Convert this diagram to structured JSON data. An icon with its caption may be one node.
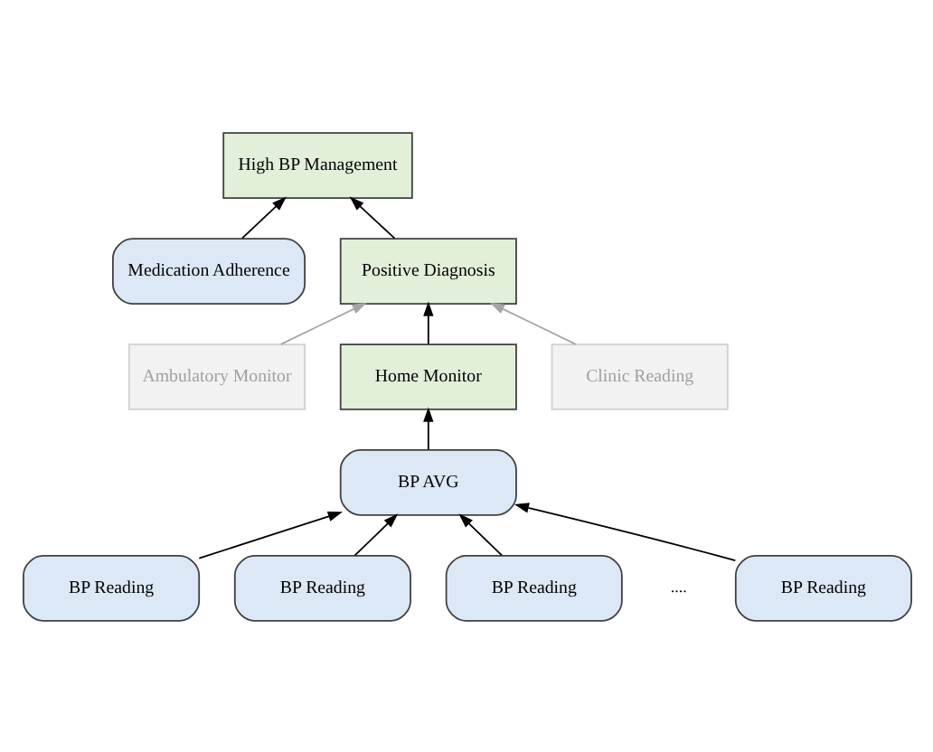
{
  "diagram": {
    "nodes": [
      {
        "text": [
          "High BP Management"
        ]
      },
      {
        "text": [
          "Medication Adherence"
        ]
      },
      {
        "text": [
          "Positive Diagnosis"
        ]
      },
      {
        "text": [
          "Ambulatory Monitor"
        ]
      },
      {
        "text": [
          "Home Monitor"
        ]
      },
      {
        "text": [
          "Clinic Reading"
        ]
      },
      {
        "text": [
          "BP AVG"
        ]
      },
      {
        "text": [
          "BP Reading"
        ]
      },
      {
        "text": [
          "BP Reading"
        ]
      },
      {
        "text": [
          "BP Reading"
        ]
      },
      {
        "text": [
          "BP Reading"
        ]
      }
    ],
    "edges": [
      {
        "from": 1,
        "to": 0,
        "arrow": "to"
      },
      {
        "from": 2,
        "to": 0,
        "arrow": "to"
      },
      {
        "from": 3,
        "to": 2,
        "arrow": "to",
        "color": "#a6a6a6"
      },
      {
        "from": 4,
        "to": 2,
        "arrow": "to"
      },
      {
        "from": 5,
        "to": 2,
        "arrow": "to",
        "color": "#a6a6a6"
      },
      {
        "from": 6,
        "to": 4,
        "arrow": "to"
      },
      {
        "from": 7,
        "to": 6,
        "arrow": "to"
      },
      {
        "from": 8,
        "to": 6,
        "arrow": "to"
      },
      {
        "from": 9,
        "to": 6,
        "arrow": "to"
      },
      {
        "from": 10,
        "to": 6,
        "arrow": "to"
      }
    ],
    "labels": [
      "...."
    ]
  }
}
